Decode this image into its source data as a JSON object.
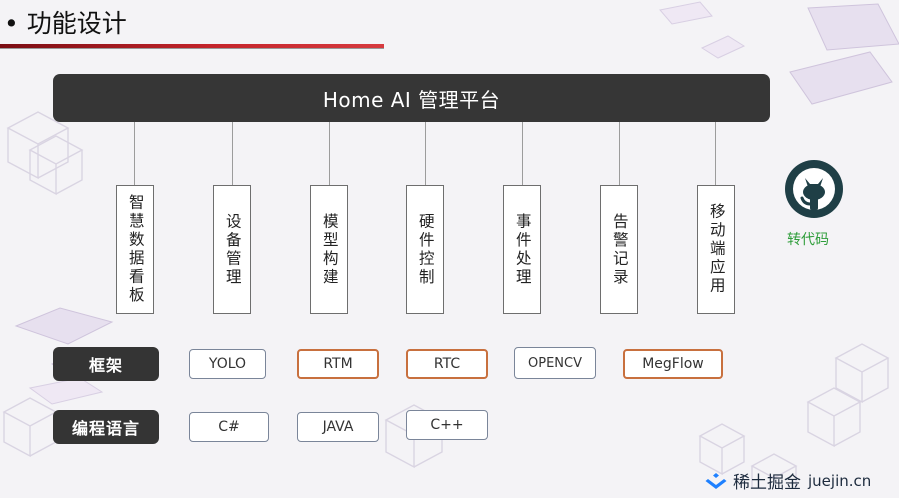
{
  "slide": {
    "title": "功能设计",
    "bullet": "•"
  },
  "platform": {
    "label": "Home AI 管理平台"
  },
  "modules": [
    {
      "label": "智慧数据看板"
    },
    {
      "label": "设备管理"
    },
    {
      "label": "模型构建"
    },
    {
      "label": "硬件控制"
    },
    {
      "label": "事件处理"
    },
    {
      "label": "告警记录"
    },
    {
      "label": "移动端应用"
    }
  ],
  "framework": {
    "label": "框架",
    "items": [
      {
        "label": "YOLO",
        "highlight": false
      },
      {
        "label": "RTM",
        "highlight": true
      },
      {
        "label": "RTC",
        "highlight": true
      },
      {
        "label": "OPENCV",
        "highlight": false
      },
      {
        "label": "MegFlow",
        "highlight": true
      }
    ]
  },
  "languages": {
    "label": "编程语言",
    "items": [
      {
        "label": "C#"
      },
      {
        "label": "JAVA"
      },
      {
        "label": "C++"
      }
    ]
  },
  "repost": {
    "icon": "github-icon",
    "label": "转代码"
  },
  "watermark": {
    "icon": "juejin-logo-icon",
    "brand": "稀土掘金",
    "url": "juejin.cn"
  },
  "colors": {
    "platform_bar": "#363636",
    "title_rule": "#c4242b",
    "chip_highlight_border": "#c8703e",
    "chip_border": "#7a8599",
    "repost_label": "#2e9d3a",
    "github_icon": "#1f3f46"
  }
}
